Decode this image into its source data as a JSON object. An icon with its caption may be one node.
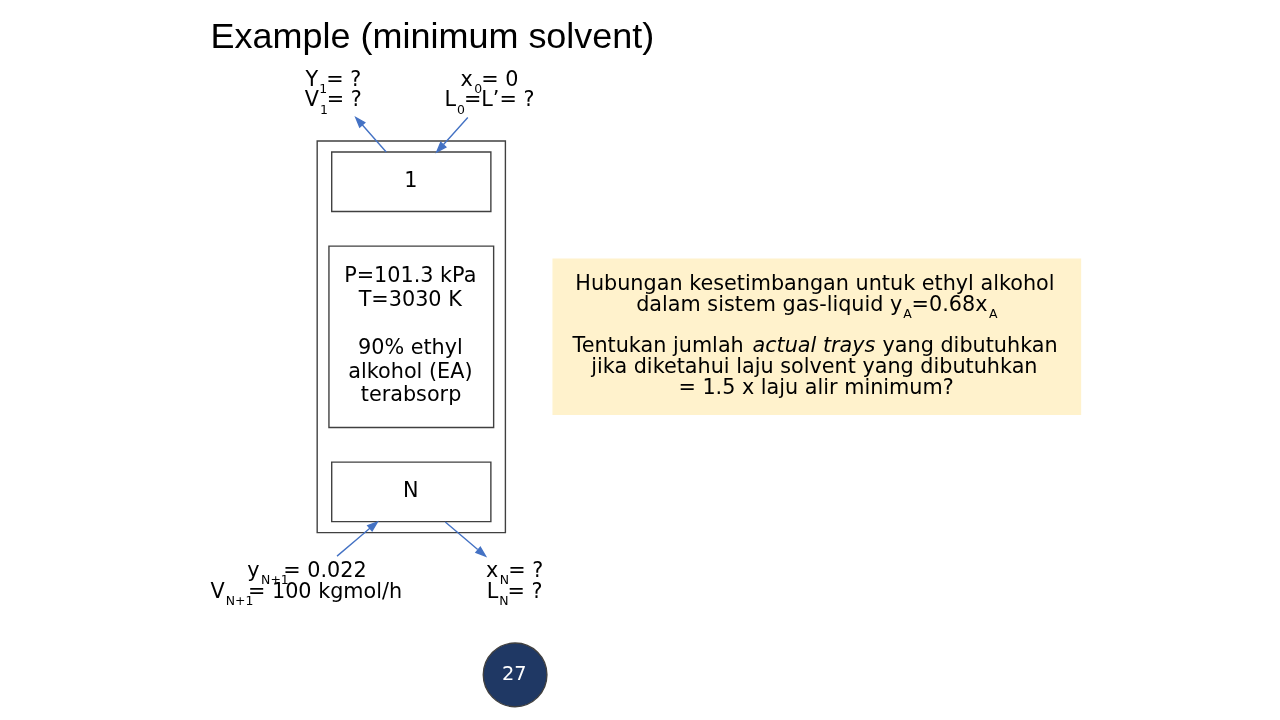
{
  "diagram": {
    "title": "Example (minimum solvent)",
    "nodes": [
      {
        "text": [],
        "shape": "box"
      },
      {
        "text": [
          "1"
        ],
        "in": 0
      },
      {
        "text": [
          "P=101.3 kPa T=3030 K",
          "90% ethyl alkohol (EA) terabsorp"
        ],
        "in": 0
      },
      {
        "text": [
          "N"
        ],
        "in": 0
      },
      {
        "text": [
          "Y$_{1}$= ?",
          "V$_{1}$= ?"
        ]
      },
      {
        "text": [
          "x$_{0}$= 0",
          "L$_{0}$=L’= ?"
        ]
      },
      {
        "text": [
          "y$_{N+1}$= 0.022",
          "V$_{N+1}$= 100 kgmol/h"
        ]
      },
      {
        "text": [
          "x$_{N}$= ?",
          "L$_{N}$= ?"
        ]
      },
      {
        "text": [
          "Hubungan kesetimbangan untuk ethyl alkohol dalam sistem gas-liquid y$_{A}$=0.68x$_{A}$",
          "Tentukan jumlah *actual trays* yang dibutuhkan jika diketahui laju solvent yang dibutuhkan = 1.5 x laju alir minimum?"
        ]
      }
    ],
    "edges": [
      {
        "from": 1,
        "to": 4,
        "arrow": "to"
      },
      {
        "from": 5,
        "to": 1,
        "arrow": "to"
      },
      {
        "from": 6,
        "to": 3,
        "arrow": "to"
      },
      {
        "from": 3,
        "to": 7,
        "arrow": "to"
      }
    ],
    "labels": [
      "27"
    ]
  }
}
